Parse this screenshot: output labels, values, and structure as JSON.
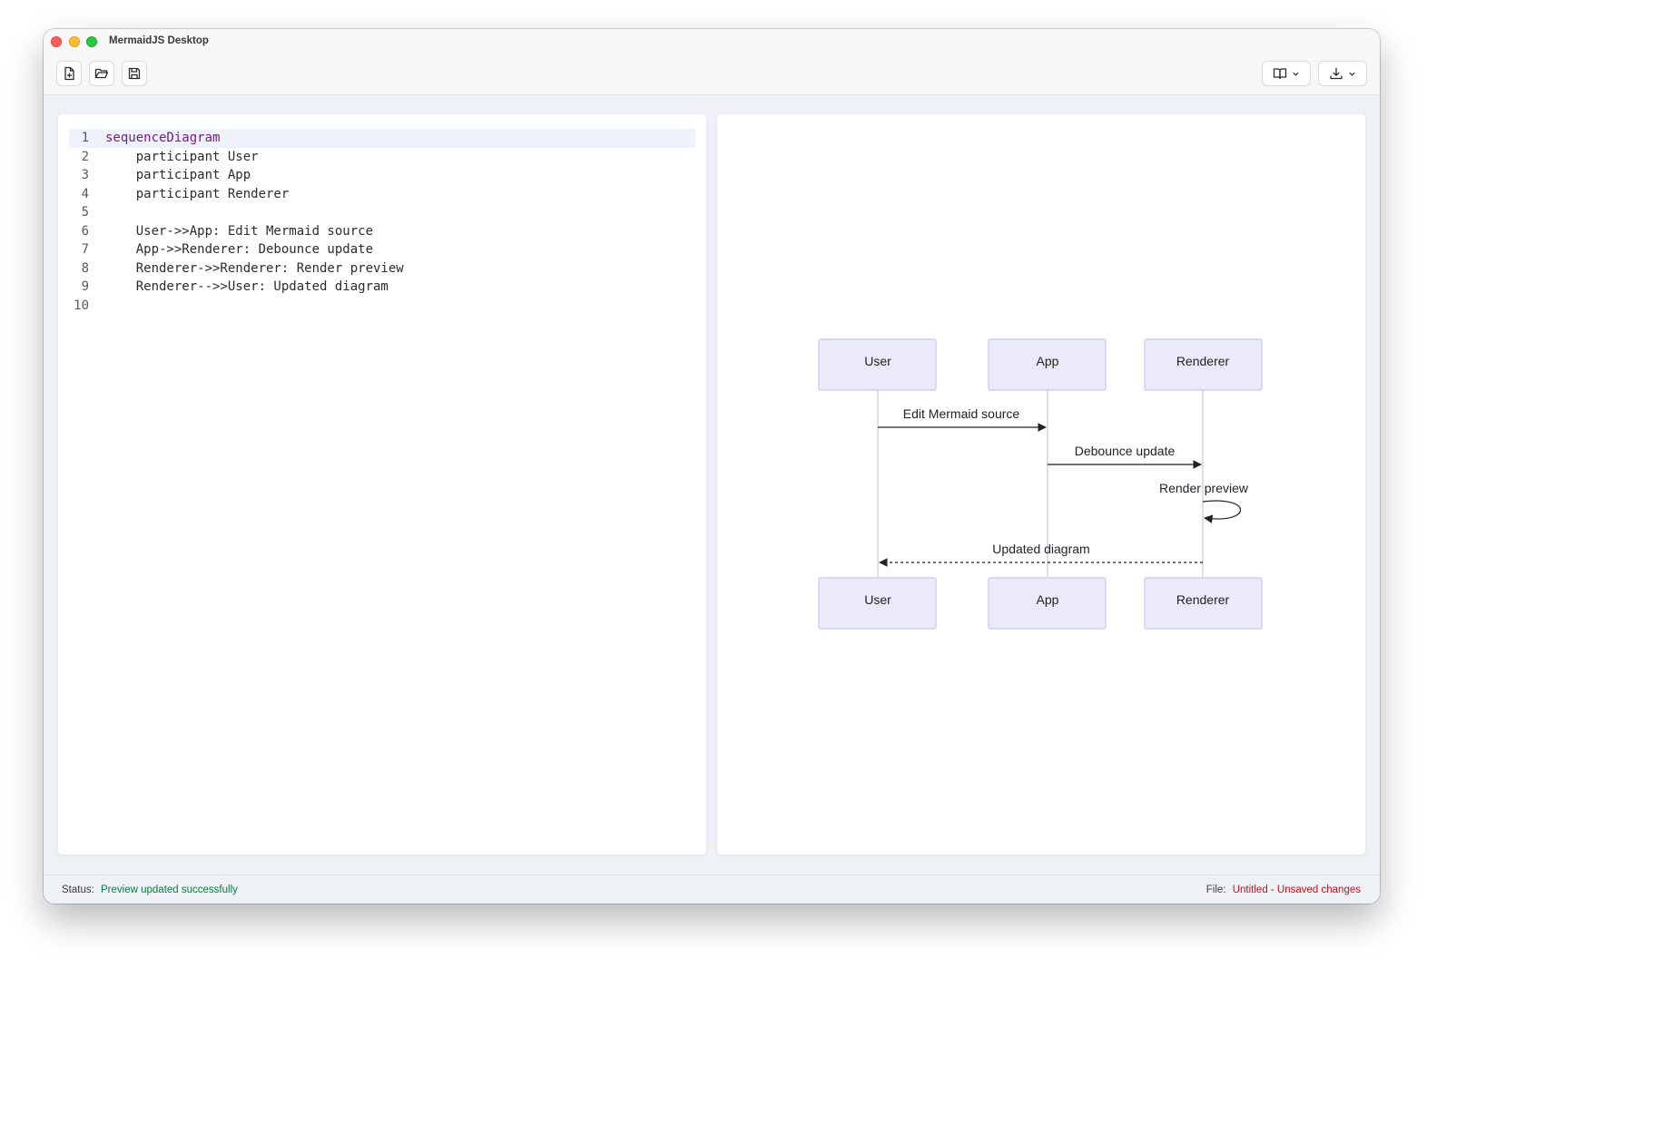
{
  "app": {
    "title": "MermaidJS Desktop"
  },
  "toolbar": {
    "buttons": [
      {
        "name": "new-file",
        "icon": "file-plus-icon"
      },
      {
        "name": "open-file",
        "icon": "folder-open-icon"
      },
      {
        "name": "save-file",
        "icon": "save-icon"
      }
    ],
    "layout_menu_icon": "book-open-icon",
    "export_menu_icon": "download-icon"
  },
  "editor": {
    "active_line": 1,
    "lines": [
      "sequenceDiagram",
      "    participant User",
      "    participant App",
      "    participant Renderer",
      "",
      "    User->>App: Edit Mermaid source",
      "    App->>Renderer: Debounce update",
      "    Renderer->>Renderer: Render preview",
      "    Renderer-->>User: Updated diagram",
      ""
    ],
    "line_numbers": [
      "1",
      "2",
      "3",
      "4",
      "5",
      "6",
      "7",
      "8",
      "9",
      "10"
    ],
    "keyword_color": "#7a1a8a"
  },
  "diagram": {
    "type": "sequenceDiagram",
    "participants": [
      "User",
      "App",
      "Renderer"
    ],
    "messages": [
      {
        "from": "User",
        "to": "App",
        "label": "Edit Mermaid source",
        "style": "solid"
      },
      {
        "from": "App",
        "to": "Renderer",
        "label": "Debounce update",
        "style": "solid"
      },
      {
        "from": "Renderer",
        "to": "Renderer",
        "label": "Render preview",
        "style": "solid"
      },
      {
        "from": "Renderer",
        "to": "User",
        "label": "Updated diagram",
        "style": "dotted"
      }
    ],
    "colors": {
      "actor_fill": "#eaeafa",
      "actor_stroke": "#c9c6ec",
      "lifeline": "#c9c6ec",
      "arrow": "#222222"
    }
  },
  "status": {
    "status_label": "Status:",
    "status_value": "Preview updated successfully",
    "file_label": "File:",
    "file_value": "Untitled - Unsaved changes",
    "ok_color": "#0d7a3d",
    "warn_color": "#c4121c"
  }
}
